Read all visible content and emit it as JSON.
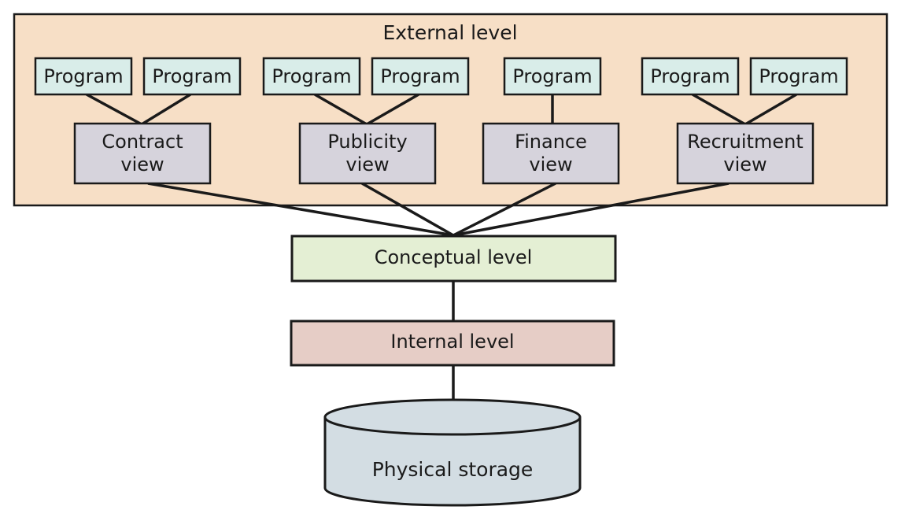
{
  "colors": {
    "external_fill": "#f7dfc6",
    "program_fill": "#d9ede9",
    "view_fill": "#d6d3dc",
    "conceptual_fill": "#e4efd4",
    "internal_fill": "#e6cdc6",
    "storage_fill": "#d3dde3",
    "stroke": "#1a1a1a"
  },
  "external": {
    "title": "External level",
    "groups": [
      {
        "programs": [
          "Program",
          "Program"
        ],
        "view": [
          "Contract",
          "view"
        ]
      },
      {
        "programs": [
          "Program",
          "Program"
        ],
        "view": [
          "Publicity",
          "view"
        ]
      },
      {
        "programs": [
          "Program"
        ],
        "view": [
          "Finance",
          "view"
        ]
      },
      {
        "programs": [
          "Program",
          "Program"
        ],
        "view": [
          "Recruitment",
          "view"
        ]
      }
    ]
  },
  "conceptual": {
    "label": "Conceptual level"
  },
  "internal": {
    "label": "Internal level"
  },
  "storage": {
    "label": "Physical storage"
  }
}
